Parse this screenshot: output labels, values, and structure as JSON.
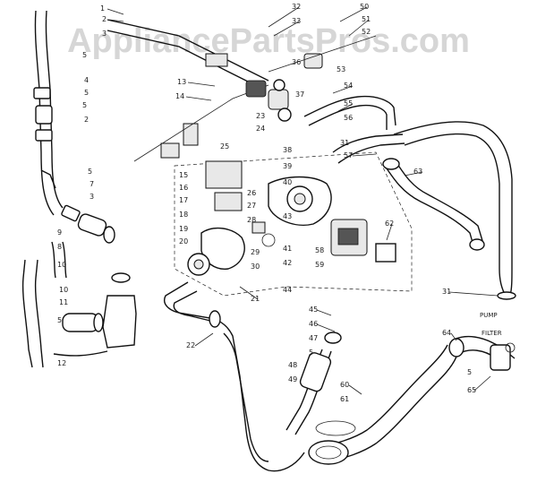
{
  "watermark": "AppliancePartsPros.com",
  "callouts": {
    "n1": "1",
    "n2": "2",
    "n3": "3",
    "n4": "4",
    "n5": "5",
    "n7": "7",
    "n8": "8",
    "n9": "9",
    "n10": "10",
    "n11": "11",
    "n12": "12",
    "n13": "13",
    "n14": "14",
    "n15": "15",
    "n16": "16",
    "n17": "17",
    "n18": "18",
    "n19": "19",
    "n20": "20",
    "n21": "21",
    "n22": "22",
    "n23": "23",
    "n24": "24",
    "n25": "25",
    "n26": "26",
    "n27": "27",
    "n28": "28",
    "n29": "29",
    "n30": "30",
    "n31": "31",
    "n32": "32",
    "n33": "33",
    "n36": "36",
    "n37": "37",
    "n38": "38",
    "n39": "39",
    "n40": "40",
    "n41": "41",
    "n42": "42",
    "n43": "43",
    "n44": "44",
    "n45": "45",
    "n46": "46",
    "n47": "47",
    "n48": "48",
    "n49": "49",
    "n50": "50",
    "n51": "51",
    "n52": "52",
    "n53": "53",
    "n54": "54",
    "n55": "55",
    "n56": "56",
    "n57": "57",
    "n58": "58",
    "n59": "59",
    "n60": "60",
    "n61": "61",
    "n62": "62",
    "n63": "63",
    "n64": "64",
    "n65": "65"
  },
  "labels": {
    "pump": "PUMP",
    "filter": "FILTER"
  }
}
